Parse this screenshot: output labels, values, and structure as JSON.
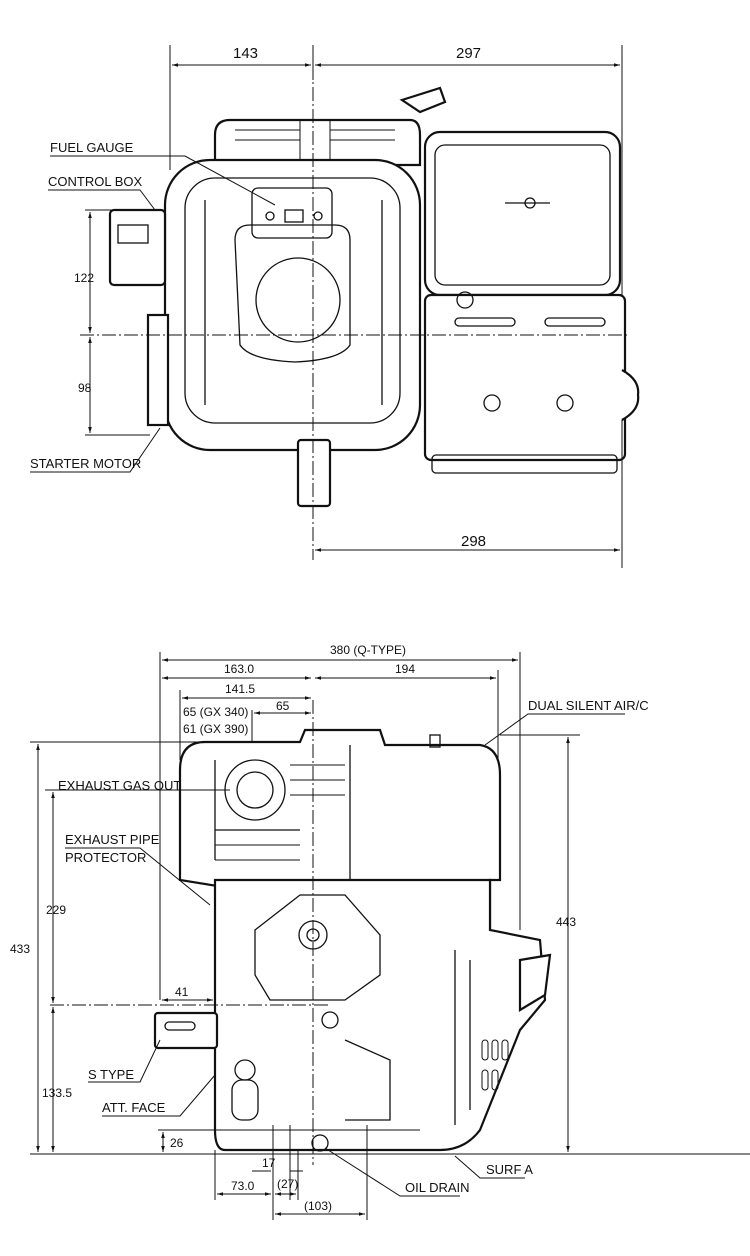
{
  "top_view": {
    "dimensions": {
      "left_width": "143",
      "right_width": "297",
      "bottom_width": "298",
      "upper_height": "122",
      "lower_height": "98"
    },
    "labels": {
      "fuel_gauge": "FUEL GAUGE",
      "control_box": "CONTROL BOX",
      "starter_motor": "STARTER MOTOR"
    }
  },
  "side_view": {
    "dimensions": {
      "overall_width": "380 (Q-TYPE)",
      "left_163": "163.0",
      "right_194": "194",
      "d_141_5": "141.5",
      "d_65": "65",
      "gx340": "65 (GX 340)",
      "gx390": "61 (GX 390)",
      "overall_height": "433",
      "d_229": "229",
      "d_133_5": "133.5",
      "right_height": "443",
      "d_41": "41",
      "d_26": "26",
      "d_17": "17",
      "d_73": "73.0",
      "d_27": "(27)",
      "d_103": "(103)"
    },
    "labels": {
      "dual_silent": "DUAL SILENT AIR/C",
      "exhaust_gas_out": "EXHAUST GAS OUT",
      "exhaust_pipe_1": "EXHAUST PIPE",
      "exhaust_pipe_2": "PROTECTOR",
      "s_type": "S TYPE",
      "att_face": "ATT. FACE",
      "oil_drain": "OIL DRAIN",
      "surf_a": "SURF A"
    }
  }
}
